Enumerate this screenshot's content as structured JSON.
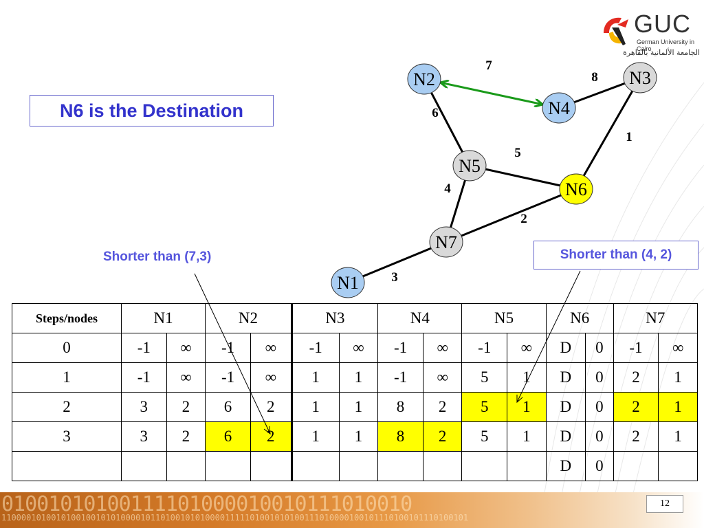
{
  "logo": {
    "text": "GUC",
    "subtitle": "German University in Cairo",
    "arabic": "الجامعة الألمانية بالقاهرة"
  },
  "title": "N6 is the Destination",
  "callouts": {
    "left": "Shorter than (7,3)",
    "right": "Shorter than (4, 2)"
  },
  "graph": {
    "nodes": [
      {
        "id": "N1",
        "label": "N1",
        "color": "#a9cdf2"
      },
      {
        "id": "N2",
        "label": "N2",
        "color": "#a9cdf2"
      },
      {
        "id": "N3",
        "label": "N3",
        "color": "#d9d9d9"
      },
      {
        "id": "N4",
        "label": "N4",
        "color": "#a9cdf2"
      },
      {
        "id": "N5",
        "label": "N5",
        "color": "#d9d9d9"
      },
      {
        "id": "N6",
        "label": "N6",
        "color": "#ffff00"
      },
      {
        "id": "N7",
        "label": "N7",
        "color": "#d9d9d9"
      }
    ],
    "edges": [
      {
        "from": "N2",
        "to": "N4",
        "weight": "7",
        "highlight": true
      },
      {
        "from": "N4",
        "to": "N3",
        "weight": "8",
        "highlight": false
      },
      {
        "from": "N2",
        "to": "N5",
        "weight": "6",
        "highlight": false
      },
      {
        "from": "N3",
        "to": "N6",
        "weight": "1",
        "highlight": false
      },
      {
        "from": "N5",
        "to": "N6",
        "weight": "5",
        "highlight": false
      },
      {
        "from": "N5",
        "to": "N7",
        "weight": "4",
        "highlight": false
      },
      {
        "from": "N7",
        "to": "N6",
        "weight": "2",
        "highlight": false
      },
      {
        "from": "N1",
        "to": "N7",
        "weight": "3",
        "highlight": false
      }
    ],
    "highlight_color": "#1a9a1a"
  },
  "table": {
    "header_first": "Steps/nodes",
    "nodes": [
      "N1",
      "N2",
      "N3",
      "N4",
      "N5",
      "N6",
      "N7"
    ],
    "rows": [
      {
        "step": "0",
        "cells": [
          "-1",
          "∞",
          "-1",
          "∞",
          "-1",
          "∞",
          "-1",
          "∞",
          "-1",
          "∞",
          "D",
          "0",
          "-1",
          "∞"
        ],
        "hl": []
      },
      {
        "step": "1",
        "cells": [
          "-1",
          "∞",
          "-1",
          "∞",
          "1",
          "1",
          "-1",
          "∞",
          "5",
          "1",
          "D",
          "0",
          "2",
          "1"
        ],
        "hl": []
      },
      {
        "step": "2",
        "cells": [
          "3",
          "2",
          "6",
          "2",
          "1",
          "1",
          "8",
          "2",
          "5",
          "1",
          "D",
          "0",
          "2",
          "1"
        ],
        "hl": [
          8,
          9,
          12,
          13
        ]
      },
      {
        "step": "3",
        "cells": [
          "3",
          "2",
          "6",
          "2",
          "1",
          "1",
          "8",
          "2",
          "5",
          "1",
          "D",
          "0",
          "2",
          "1"
        ],
        "hl": [
          2,
          3,
          6,
          7
        ]
      },
      {
        "step": "",
        "cells": [
          "",
          "",
          "",
          "",
          "",
          "",
          "",
          "",
          "",
          "",
          "D",
          "0",
          "",
          ""
        ],
        "hl": []
      }
    ],
    "highlight_color": "#ffff00"
  },
  "footer": {
    "binary_big": "01001010100111101000010010111010010",
    "binary_small": "1100001010010100100101010000101101001010100001111101001010100111010000100101110100101110100101",
    "page_number": "12"
  }
}
